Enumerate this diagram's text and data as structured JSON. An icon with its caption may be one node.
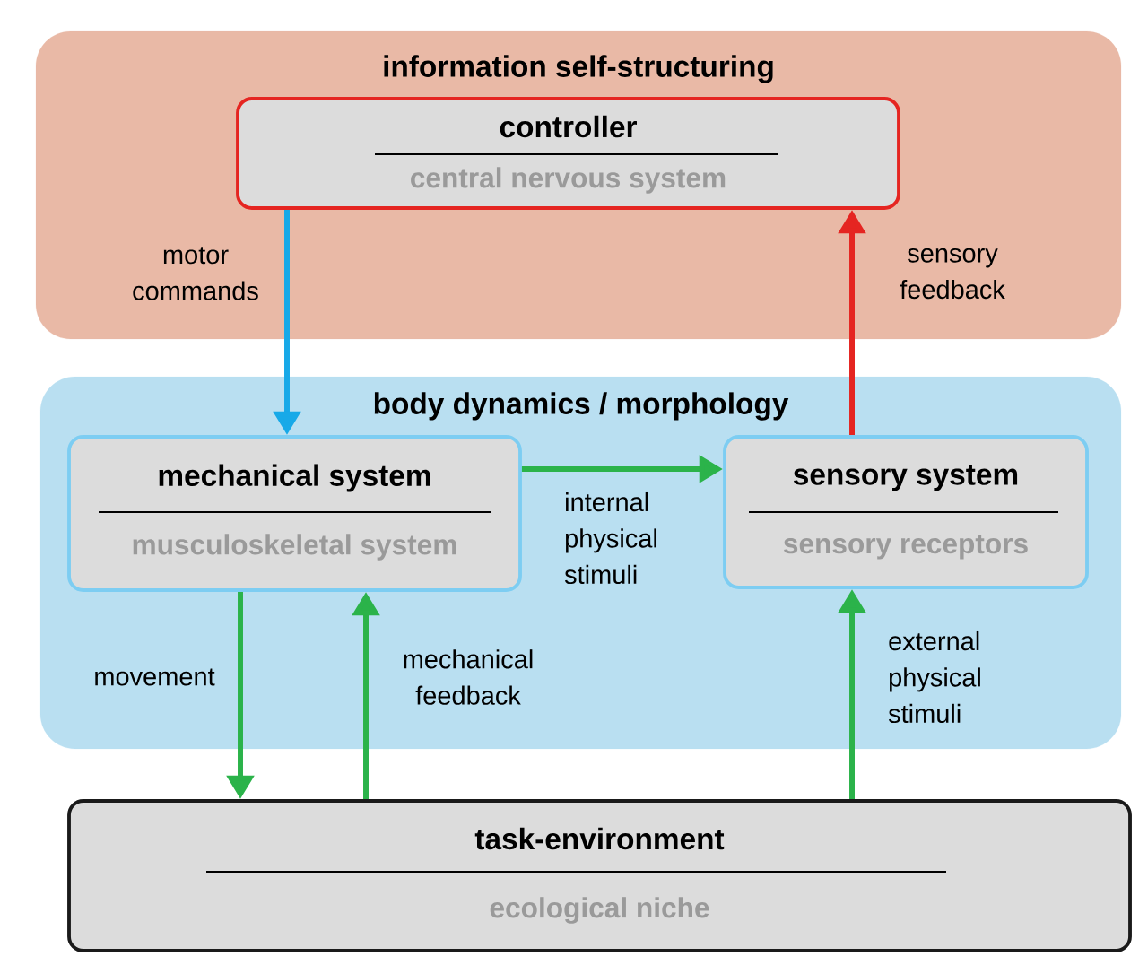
{
  "diagram": {
    "nodes": [
      {
        "text": [
          "information self-structuring"
        ]
      },
      {
        "text": [
          "controller",
          "central nervous system"
        ],
        "in": 0
      },
      {
        "text": [
          "body dynamics / morphology"
        ]
      },
      {
        "text": [
          "mechanical system",
          "musculoskeletal system"
        ],
        "in": 2
      },
      {
        "text": [
          "sensory system",
          "sensory receptors"
        ],
        "in": 2
      },
      {
        "text": [
          "task-environment",
          "ecological niche"
        ]
      }
    ],
    "edges": [
      {
        "from": 1,
        "to": 3,
        "arrow": "to",
        "label": "motor commands",
        "color": "#17a9e8"
      },
      {
        "from": 4,
        "to": 1,
        "arrow": "to",
        "label": "sensory feedback",
        "color": "#e52521"
      },
      {
        "from": 3,
        "to": 4,
        "arrow": "to",
        "label": "internal physical stimuli"
      },
      {
        "from": 3,
        "to": 5,
        "arrow": "to",
        "label": "movement"
      },
      {
        "from": 5,
        "to": 3,
        "arrow": "to",
        "label": "mechanical feedback"
      },
      {
        "from": 5,
        "to": 4,
        "arrow": "to",
        "label": "external physical stimuli"
      }
    ]
  }
}
